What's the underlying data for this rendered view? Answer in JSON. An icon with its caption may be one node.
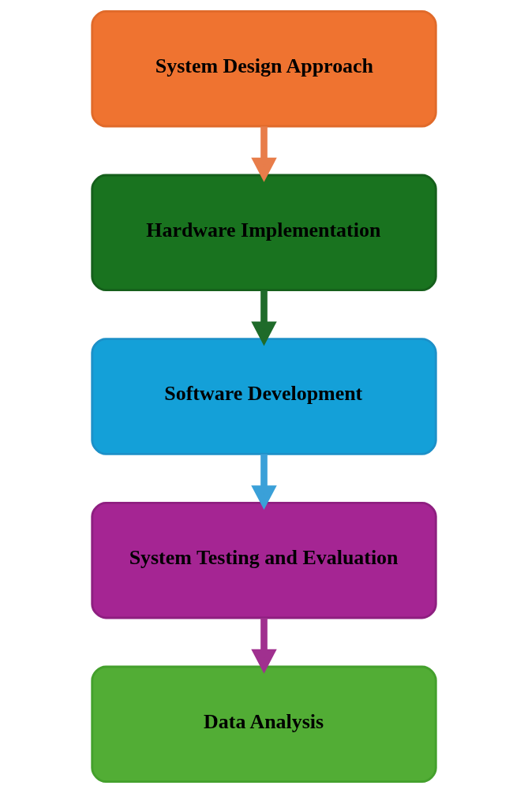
{
  "diagram": {
    "nodes": [
      {
        "text": [
          "System Design Approach"
        ]
      },
      {
        "text": [
          "Hardware Implementation"
        ]
      },
      {
        "text": [
          "Software Development"
        ]
      },
      {
        "text": [
          "System Testing and Evaluation"
        ]
      },
      {
        "text": [
          "Data Analysis"
        ]
      }
    ],
    "edges": [
      {
        "from": 0,
        "to": 1,
        "arrow": "to",
        "color": "#e87d4a"
      },
      {
        "from": 1,
        "to": 2,
        "arrow": "to",
        "color": "#1f6b2a"
      },
      {
        "from": 2,
        "to": 3,
        "arrow": "to",
        "color": "#3aa0d8"
      },
      {
        "from": 3,
        "to": 4,
        "arrow": "to",
        "color": "#a0308f"
      }
    ]
  }
}
